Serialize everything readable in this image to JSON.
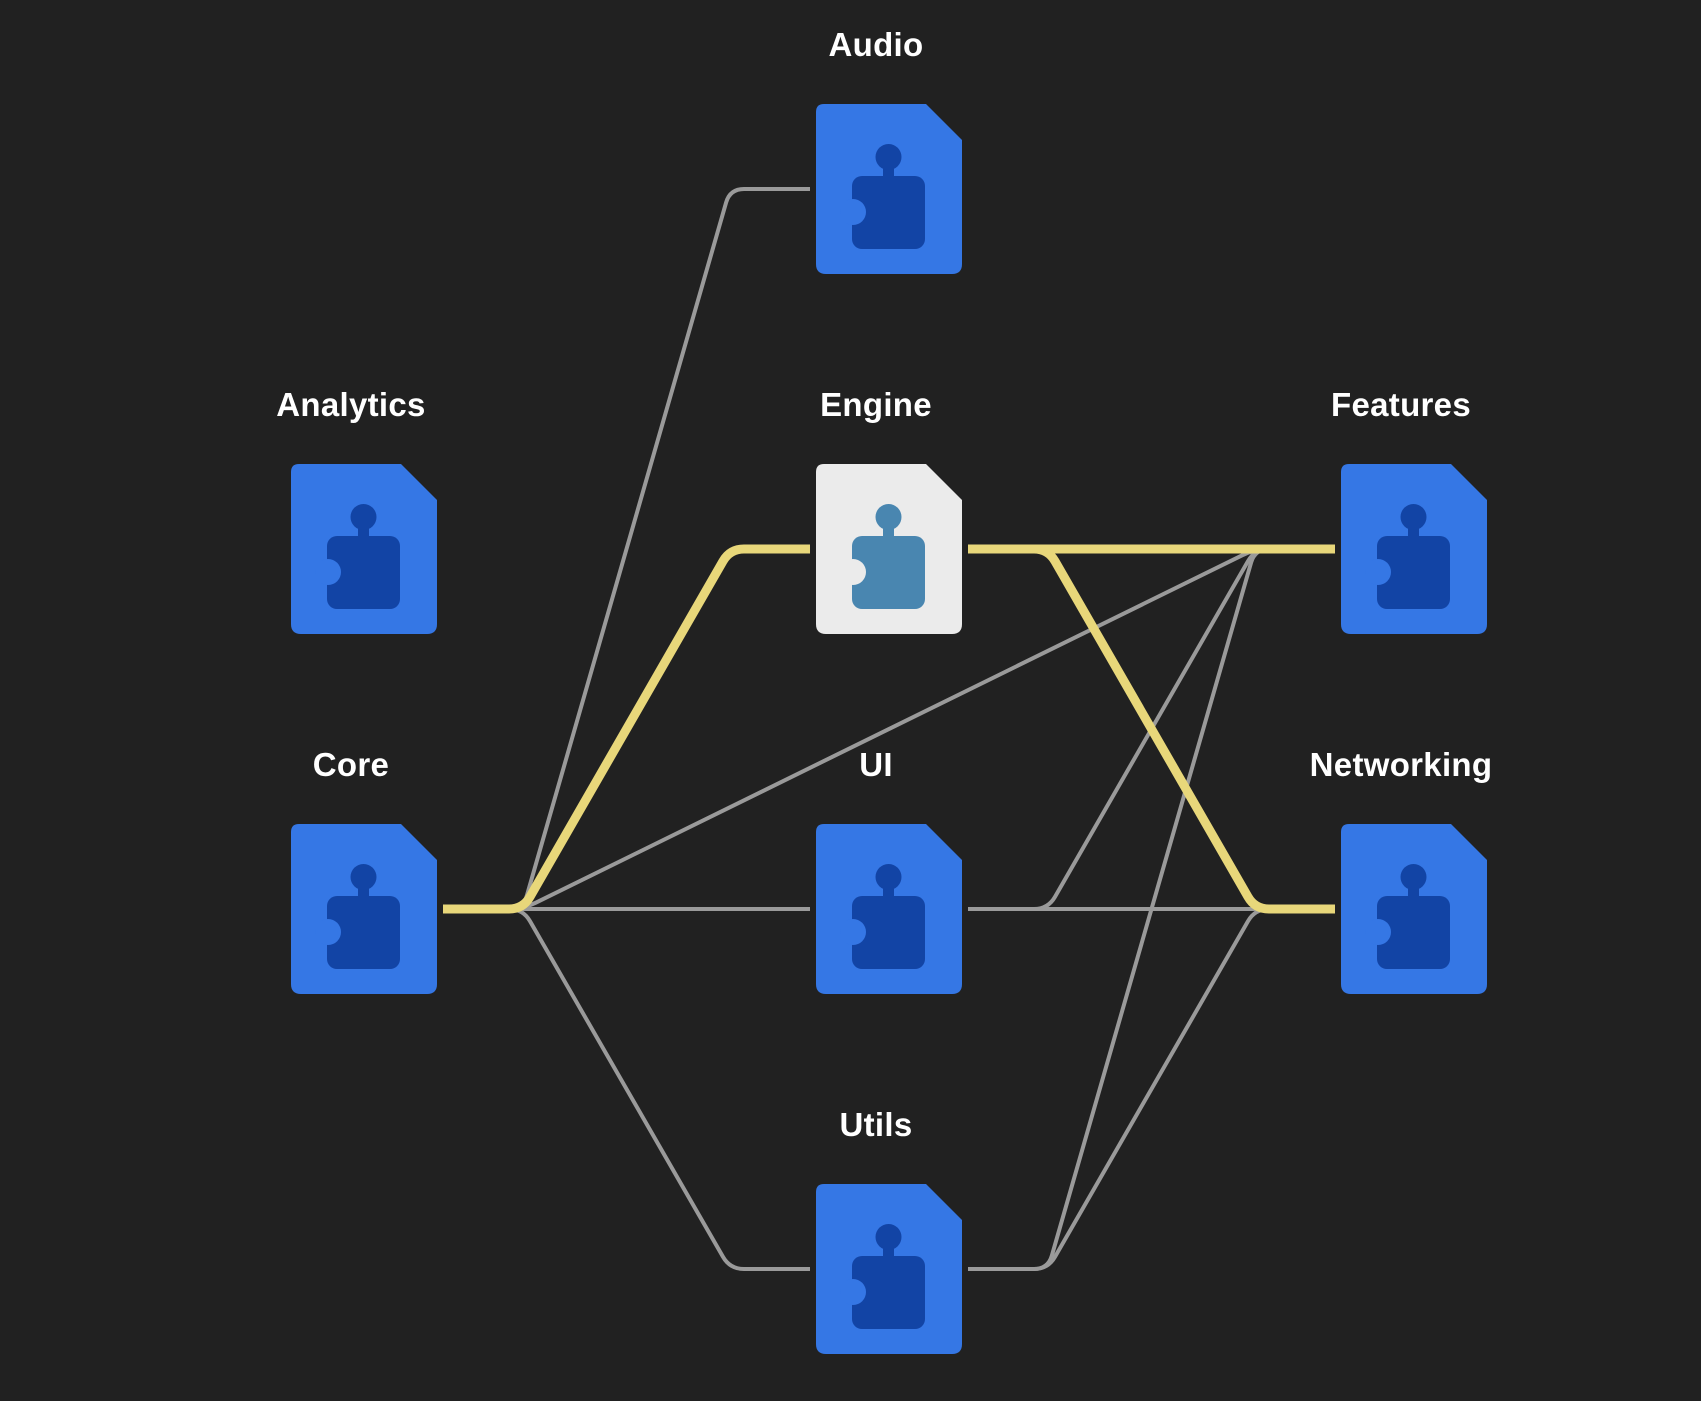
{
  "colors": {
    "background": "#212121",
    "file_default": "#3577e5",
    "puzzle_default": "#1244a5",
    "file_selected": "#ebebeb",
    "puzzle_selected": "#4986b0",
    "edge_default": "#9a9a9a",
    "edge_highlight": "#e8d77a",
    "label": "#ffffff"
  },
  "icon": "module-file-puzzle-icon",
  "nodes": [
    {
      "id": "audio",
      "label": "Audio",
      "selected": false
    },
    {
      "id": "analytics",
      "label": "Analytics",
      "selected": false
    },
    {
      "id": "engine",
      "label": "Engine",
      "selected": true
    },
    {
      "id": "features",
      "label": "Features",
      "selected": false
    },
    {
      "id": "core",
      "label": "Core",
      "selected": false
    },
    {
      "id": "ui",
      "label": "UI",
      "selected": false
    },
    {
      "id": "networking",
      "label": "Networking",
      "selected": false
    },
    {
      "id": "utils",
      "label": "Utils",
      "selected": false
    }
  ],
  "edges": [
    {
      "from": "core",
      "to": "audio",
      "highlighted": false
    },
    {
      "from": "core",
      "to": "engine",
      "highlighted": true
    },
    {
      "from": "core",
      "to": "ui",
      "highlighted": false
    },
    {
      "from": "core",
      "to": "utils",
      "highlighted": false
    },
    {
      "from": "core",
      "to": "features",
      "highlighted": false
    },
    {
      "from": "engine",
      "to": "features",
      "highlighted": true
    },
    {
      "from": "engine",
      "to": "networking",
      "highlighted": true
    },
    {
      "from": "ui",
      "to": "features",
      "highlighted": false
    },
    {
      "from": "ui",
      "to": "networking",
      "highlighted": false
    },
    {
      "from": "utils",
      "to": "features",
      "highlighted": false
    },
    {
      "from": "utils",
      "to": "networking",
      "highlighted": false
    }
  ]
}
